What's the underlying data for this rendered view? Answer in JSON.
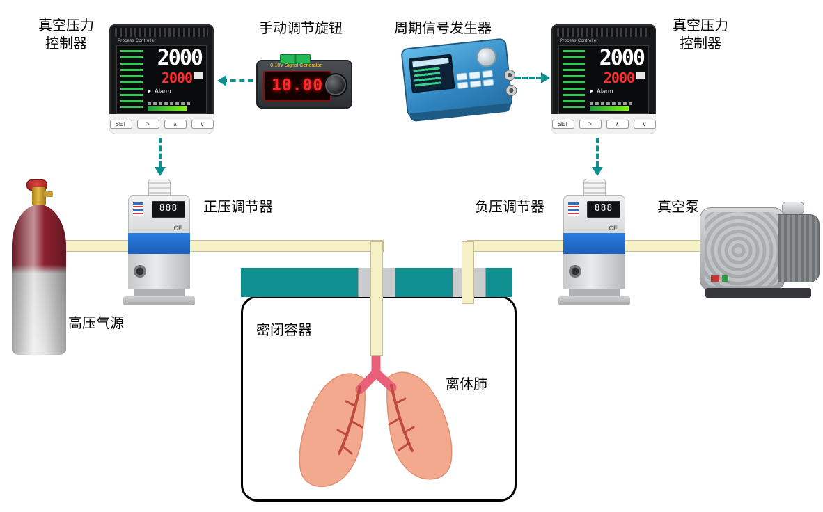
{
  "labels": {
    "controller_left": "真空压力\n控制器",
    "controller_right": "真空压力\n控制器",
    "manual_knob": "手动调节旋钮",
    "signal_generator": "周期信号发生器",
    "positive_regulator": "正压调节器",
    "negative_regulator": "负压调节器",
    "vacuum_pump": "真空泵",
    "gas_source": "高压气源",
    "sealed_container": "密闭容器",
    "ex_vivo_lung": "离体肺"
  },
  "process_controller": {
    "brand": "Process Controller",
    "pv": "2000",
    "sv": "2000",
    "alarm": "Alarm",
    "buttons": [
      "SET",
      ">",
      "∧",
      "∨"
    ]
  },
  "signal_generator_device": {
    "title": "0-10V Signal Generator",
    "value": "10.00"
  },
  "regulator_device": {
    "display": "888",
    "ce_mark": "CE"
  },
  "colors": {
    "teal_arrow_and_lid": "#0e8f8f",
    "tube": "#f6f0c6",
    "lung_fill": "#f3a98e",
    "lung_branch": "#bf4a42",
    "trachea": "#e8607a",
    "regulator_band_blue": "#1e6fd6",
    "cylinder_maroon": "#8c2130",
    "led_red": "#ff2b2b"
  }
}
